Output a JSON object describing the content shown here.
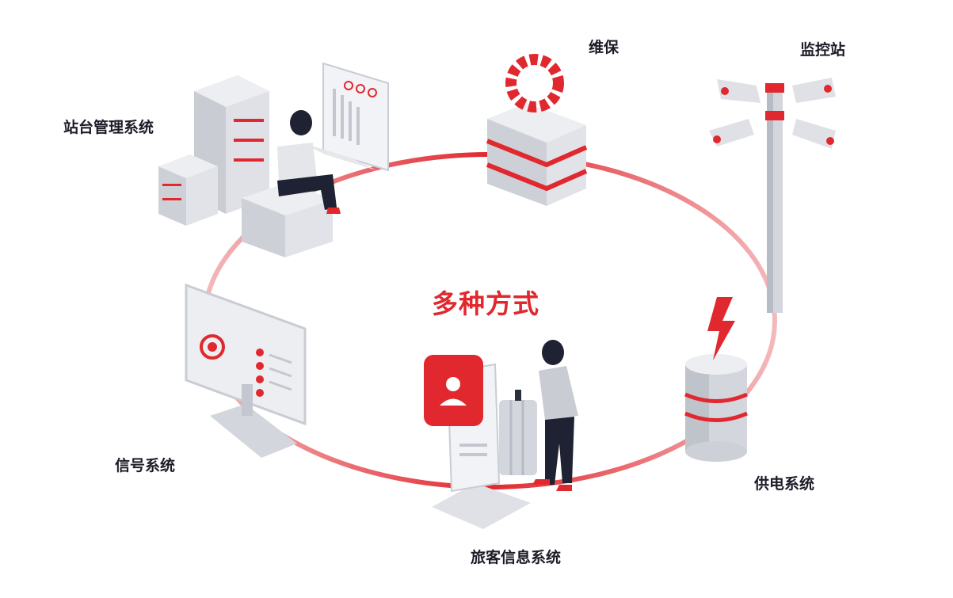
{
  "center_title": "多种方式",
  "nodes": {
    "station_mgmt": "站台管理系统",
    "maintenance": "维保",
    "monitoring": "监控站",
    "power": "供电系统",
    "passenger_info": "旅客信息系统",
    "signal": "信号系统"
  },
  "colors": {
    "accent": "#e0282e",
    "text": "#1c1c28",
    "device_gray": "#d9dbe0",
    "device_dark": "#a9adb6"
  }
}
